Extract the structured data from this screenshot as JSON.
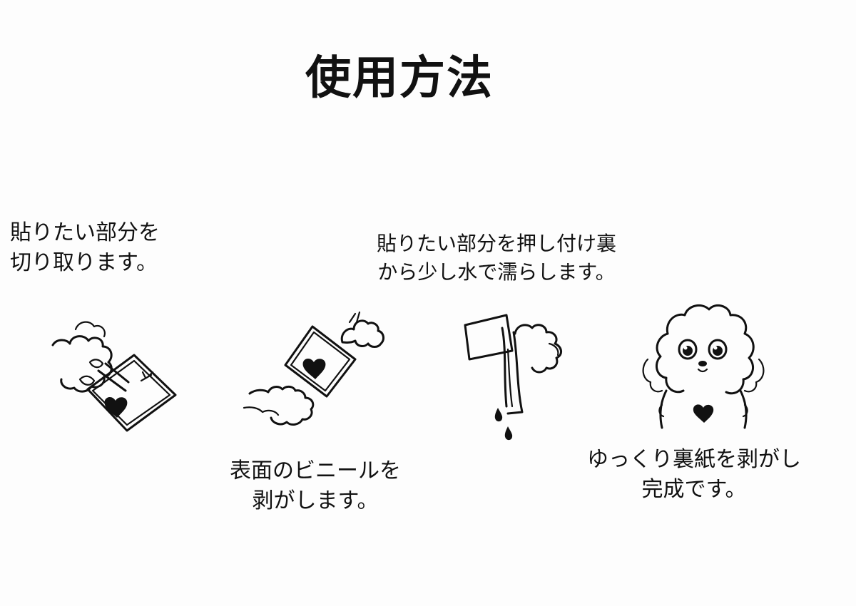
{
  "title": "使用方法",
  "steps": [
    {
      "lines": [
        "貼りたい部分を",
        "切り取ります。"
      ],
      "icon": "scissors-cutting-sticker-icon"
    },
    {
      "lines": [
        "表面のビニールを",
        "剥がします。"
      ],
      "icon": "peel-film-hand-icon"
    },
    {
      "lines": [
        "貼りたい部分を押し付け裏",
        "から少し水で濡らします。"
      ],
      "icon": "wet-cloth-pressing-icon"
    },
    {
      "lines": [
        "ゆっくり裏紙を剥がし",
        "完成です。"
      ],
      "icon": "poodle-dog-finished-icon"
    }
  ]
}
